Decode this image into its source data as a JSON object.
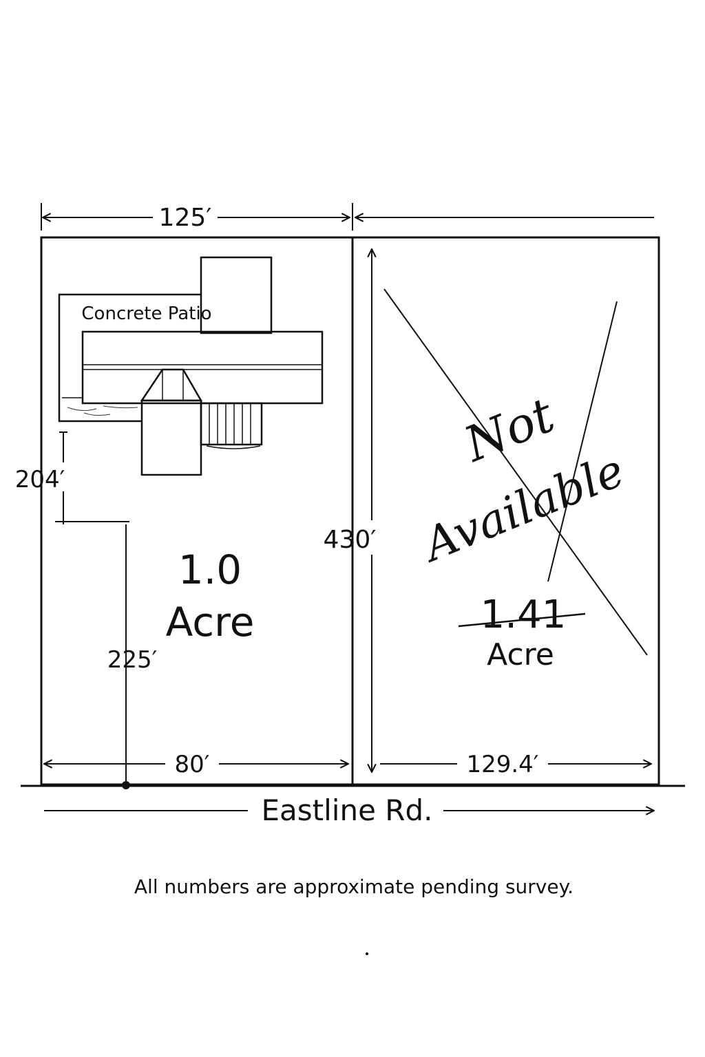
{
  "dimensions": {
    "top_width": "125′",
    "left_upper": "204′",
    "left_lower": "225′",
    "middle_height": "430′",
    "bottom_left": "80′",
    "bottom_right": "129.4′"
  },
  "labels": {
    "patio": "Concrete Patio",
    "lot_left_number": "1.0",
    "lot_left_unit": "Acre",
    "lot_right_number": "1.41",
    "lot_right_unit": "Acre",
    "not_word": "Not",
    "available_word": "Available",
    "road": "Eastline Rd."
  },
  "footer": {
    "note": "All numbers are approximate pending survey."
  }
}
